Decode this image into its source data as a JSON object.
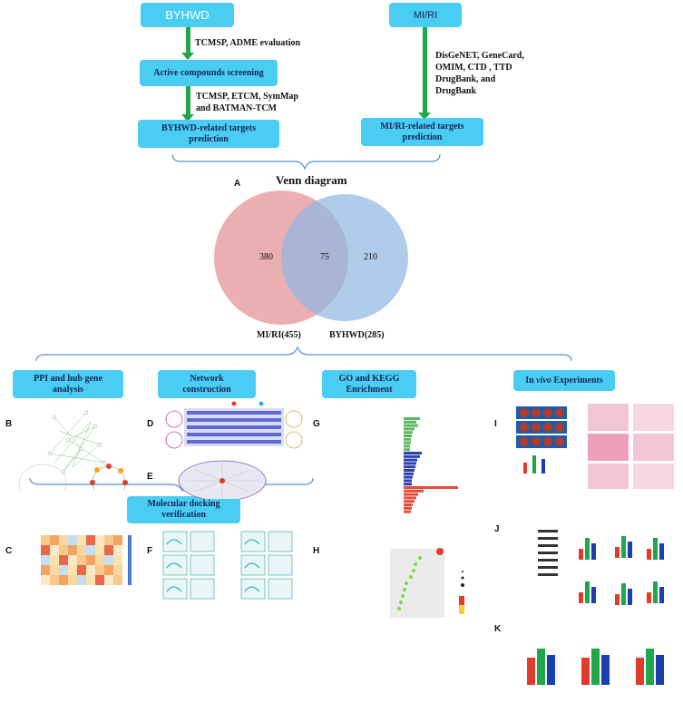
{
  "top": {
    "byhwd_label": "BYHWD",
    "mi_label": "MI/RI",
    "step1": "TCMSP, ADME evaluation",
    "active_screening": "Active compounds screening",
    "step2_line1": "TCMSP, ETCM, SymMap",
    "step2_line2": "and BATMAN-TCM",
    "byhwd_targets_line1": "BYHWD-related targets",
    "byhwd_targets_line2": "prediction",
    "mi_db_line1": "DisGeNET, GeneCard,",
    "mi_db_line2": "OMIM, CTD , TTD",
    "mi_db_line3": "DrugBank, and",
    "mi_db_line4": "DrugBank",
    "mi_targets_line1": "MI/RI-related targets",
    "mi_targets_line2": "prediction"
  },
  "venn": {
    "panel": "A",
    "title": "Venn diagram",
    "left_count": "380",
    "overlap_count": "75",
    "right_count": "210",
    "left_label": "MI/RI(455)",
    "right_label": "BYHWD(285)",
    "left_color": "#e9a6a9",
    "right_color": "#8fb6e3"
  },
  "analyses": {
    "ppi_line1": "PPI and hub gene",
    "ppi_line2": "analysis",
    "network_line1": "Network",
    "network_line2": "construction",
    "go_line1": "GO and KEGG",
    "go_line2": "Enrichment",
    "invivo_pre": "In ",
    "invivo_em": "vivo",
    "invivo_post": " Experiments",
    "docking_line1": "Molecular docking",
    "docking_line2": "verification"
  },
  "panels": {
    "B": "B",
    "C": "C",
    "D": "D",
    "E": "E",
    "F": "F",
    "G": "G",
    "H": "H",
    "I": "I",
    "J": "J",
    "K": "K"
  },
  "colors": {
    "box": "#49cdf2",
    "arrow": "#1fa84a",
    "bracket": "#5b8fd0"
  }
}
